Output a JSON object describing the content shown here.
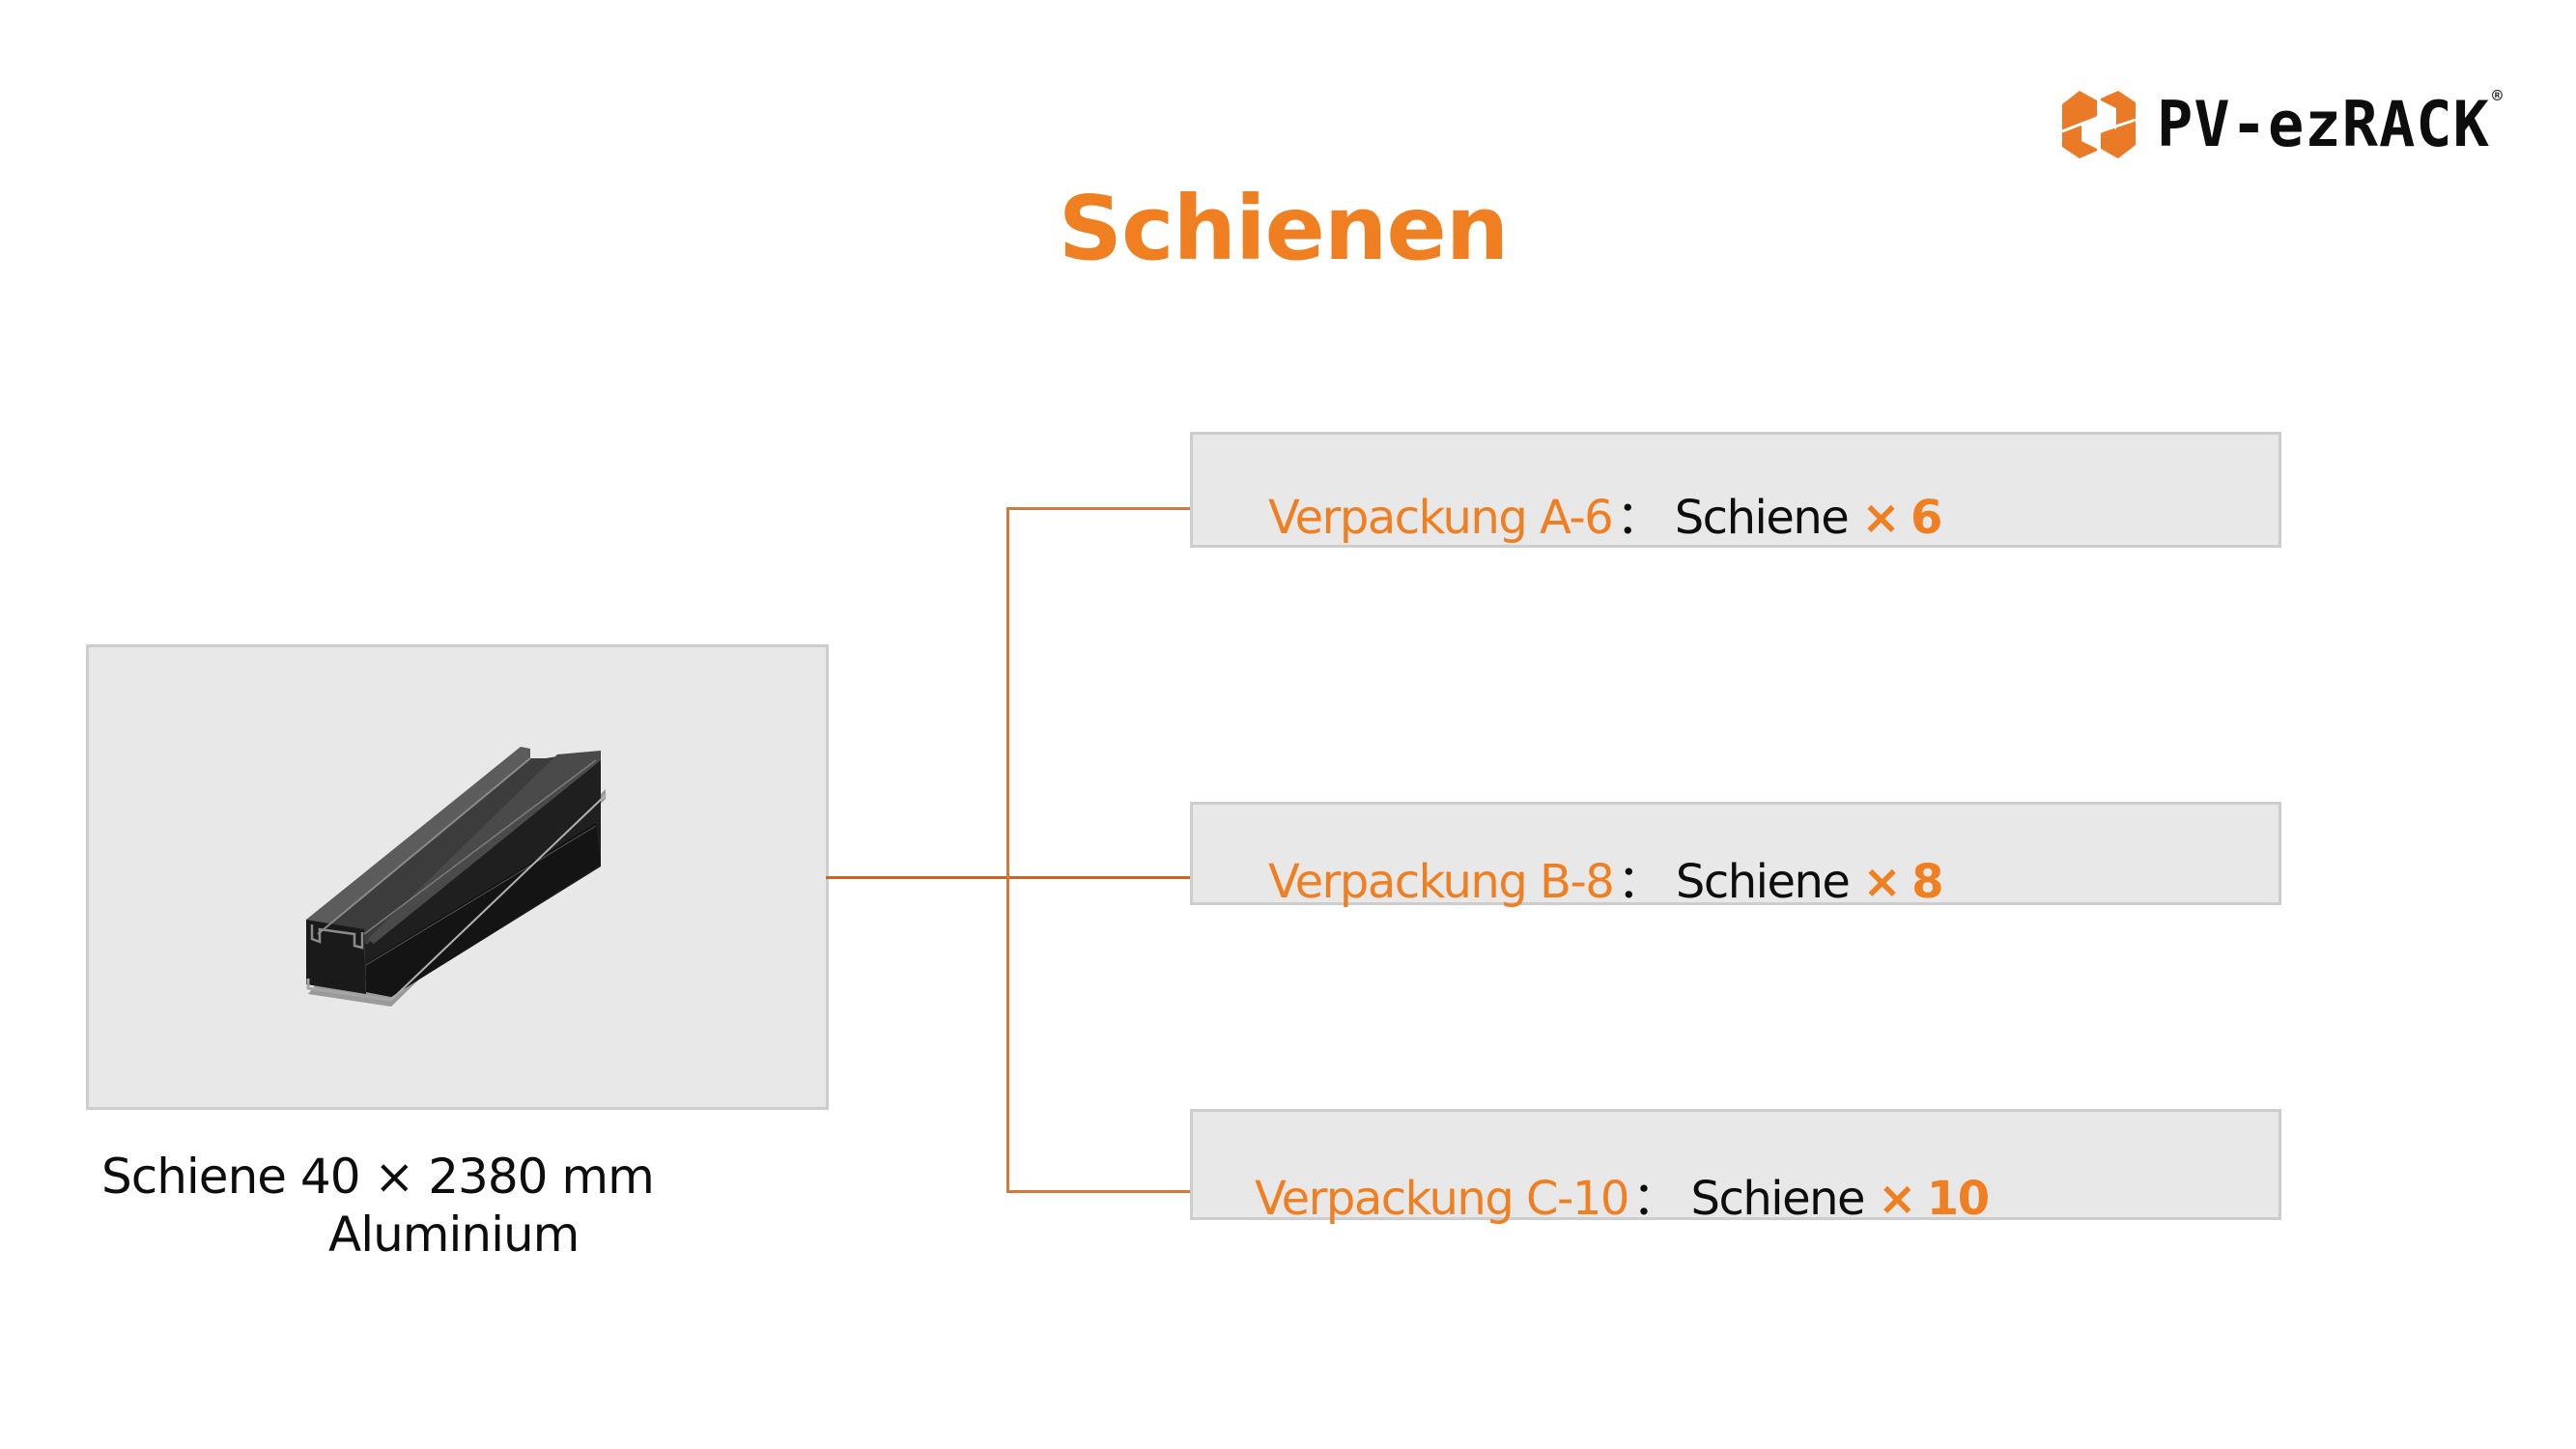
{
  "brand": {
    "logo_text": "PV-ezRACK",
    "registered_mark": "®",
    "logo_icon": "pv-ezrack-hex-logo-icon",
    "colors": {
      "accent_orange": "#f07f22",
      "line_orange": "#c9651f",
      "text_dark": "#0d0d0d",
      "box_fill": "#e8e8e8",
      "box_border": "#cdcdcd"
    }
  },
  "page": {
    "title": "Schienen"
  },
  "product": {
    "image_icon": "aluminium-rail-profile-image",
    "caption_line1": "Schiene 40 × 2380 mm",
    "caption_line2": "Aluminium"
  },
  "packages": [
    {
      "name": "Verpackung A-6",
      "colon": "：",
      "item": "Schiene",
      "times": "×",
      "quantity": "6"
    },
    {
      "name": "Verpackung B-8",
      "colon": "：",
      "item": "Schiene",
      "times": "×",
      "quantity": "8"
    },
    {
      "name": "Verpackung C-10",
      "colon": "：",
      "item": "Schiene",
      "times": "×",
      "quantity": "10"
    }
  ]
}
